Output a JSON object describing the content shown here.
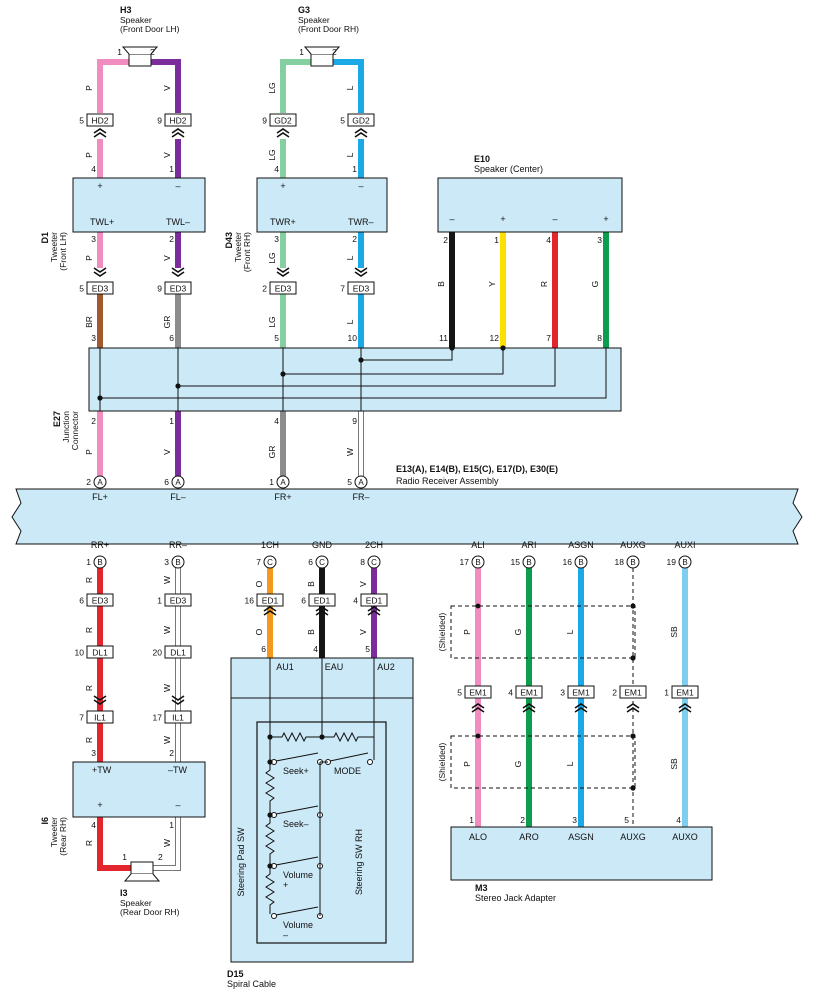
{
  "speakers": {
    "h3": {
      "id": "H3",
      "name": "Speaker",
      "loc": "(Front Door LH)"
    },
    "g3": {
      "id": "G3",
      "name": "Speaker",
      "loc": "(Front Door RH)"
    },
    "i3": {
      "id": "I3",
      "name": "Speaker",
      "loc": "(Rear Door RH)"
    },
    "e10": {
      "id": "E10",
      "name": "Speaker (Center)"
    }
  },
  "tweeters": {
    "d1": {
      "id": "D1",
      "name": "Tweeter",
      "loc": "(Front LH)"
    },
    "d43": {
      "id": "D43",
      "name": "Tweeter",
      "loc": "(Front RH)"
    },
    "i6": {
      "id": "I6",
      "name": "Tweeter",
      "loc": "(Rear RH)"
    }
  },
  "junction": {
    "id": "E27",
    "name": "Junction",
    "name2": "Connector"
  },
  "receiver": {
    "ids": "E13(A), E14(B), E15(C), E17(D), E30(E)",
    "name": "Radio Receiver Assembly"
  },
  "spiral": {
    "id": "D15",
    "name": "Spiral Cable",
    "steering_pad": "Steering Pad SW",
    "steering_rh": "Steering SW RH"
  },
  "adapter": {
    "id": "M3",
    "name": "Stereo Jack Adapter"
  },
  "wire_colors": {
    "P": "#f08cc0",
    "V": "#7b2d9c",
    "LG": "#86cfa0",
    "L": "#1aa8e6",
    "BR": "#a0582e",
    "GR": "#8c8c8c",
    "B": "#151515",
    "Y": "#fce100",
    "R": "#e3262d",
    "G": "#0c9e4e",
    "W": "#ffffff",
    "O": "#f39a1e",
    "SB": "#7fcef0"
  },
  "terminals": {
    "plus": "+",
    "minus": "–",
    "twl_p": "TWL+",
    "twl_m": "TWL–",
    "twr_p": "TWR+",
    "twr_m": "TWR–",
    "tw_p": "+TW",
    "tw_m": "–TW",
    "fl_p": "FL+",
    "fl_m": "FL–",
    "fr_p": "FR+",
    "fr_m": "FR–",
    "rr_p": "RR+",
    "rr_m": "RR–",
    "ch1": "1CH",
    "gnd": "GND",
    "ch2": "2CH",
    "ali": "ALI",
    "ari": "ARI",
    "asgn": "ASGN",
    "auxg": "AUXG",
    "auxi": "AUXI",
    "alo": "ALO",
    "aro": "ARO",
    "auxo": "AUXO",
    "au1": "AU1",
    "eau": "EAU",
    "au2": "AU2"
  },
  "connectors": {
    "hd2": "HD2",
    "gd2": "GD2",
    "ed3": "ED3",
    "ed1": "ED1",
    "dl1": "DL1",
    "il1": "IL1",
    "em1": "EM1"
  },
  "switches": {
    "seek_p": "Seek+",
    "mode": "MODE",
    "seek_m": "Seek–",
    "vol": "Volume",
    "vol_p": "+",
    "vol_m": "–"
  },
  "shielded": "(Shielded)"
}
